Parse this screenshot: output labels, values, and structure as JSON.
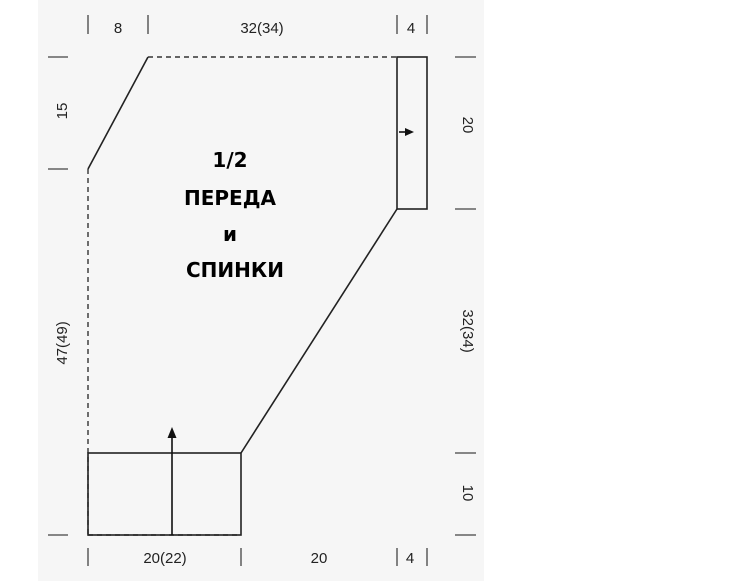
{
  "title": {
    "line1": "1/2",
    "line2": "ПЕРЕДА",
    "line3": "и",
    "line4": "СПИНКИ"
  },
  "dimensions": {
    "top_left": "8",
    "top_middle": "32(34)",
    "top_right": "4",
    "bottom_left": "20(22)",
    "bottom_middle": "20",
    "bottom_right": "4",
    "left_upper": "15",
    "left_lower": "47(49)",
    "right_upper": "20",
    "right_middle": "32(34)",
    "right_lower": "10"
  }
}
